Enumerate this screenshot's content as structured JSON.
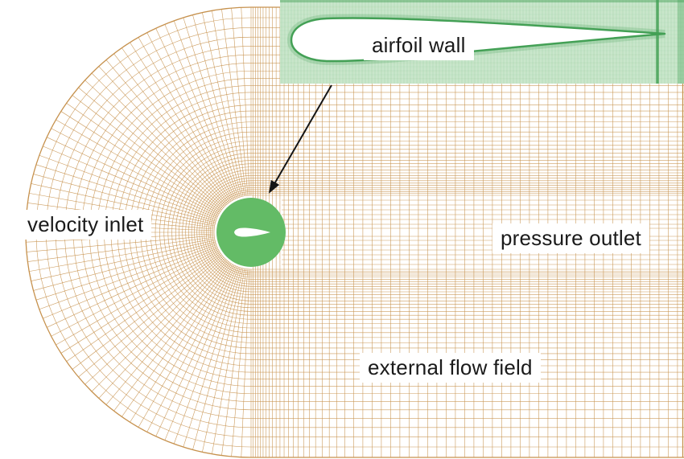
{
  "figure": {
    "labels": {
      "velocity_inlet": "velocity inlet",
      "pressure_outlet": "pressure outlet",
      "external_flow_field": "external flow field",
      "airfoil_wall": "airfoil wall"
    },
    "colors": {
      "background": "#ffffff",
      "mesh": "#c6914d",
      "circle_fill": "#63bb66",
      "airfoil_fill": "#ffffff",
      "inset_bg": "#c7e5c9",
      "inset_mesh": "#5fae72",
      "inset_edge": "#43a055",
      "arrow": "#151515",
      "label_text": "#1a1a1a",
      "label_bg": "#ffffff"
    }
  }
}
